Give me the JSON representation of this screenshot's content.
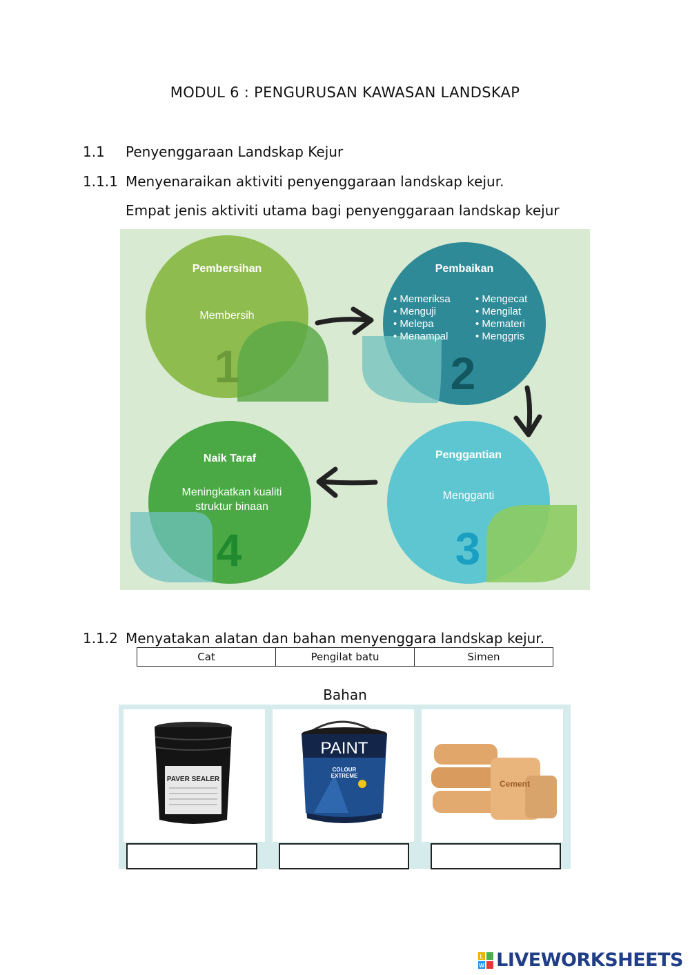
{
  "document": {
    "title": "MODUL 6 : PENGURUSAN KAWASAN LANDSKAP",
    "sections": [
      {
        "num": "1.1",
        "text": "Penyenggaraan Landskap Kejur"
      },
      {
        "num": "1.1.1",
        "text": "Menyenaraikan aktiviti penyenggaraan landskap kejur."
      },
      {
        "num": "",
        "text": "Empat jenis aktiviti utama bagi penyenggaraan landskap kejur"
      }
    ],
    "section2": {
      "num": "1.1.2",
      "text": "Menyatakan alatan dan bahan menyenggara landskap kejur."
    }
  },
  "diagram": {
    "c1": {
      "title": "Pembersihan",
      "body": "Membersih",
      "number": "1",
      "color": "#8fbc4e"
    },
    "c2": {
      "title": "Pembaikan",
      "left_items": [
        "Memeriksa",
        "Menguji",
        "Melepa",
        "Menampal"
      ],
      "right_items": [
        "Mengecat",
        "Mengilat",
        "Memateri",
        "Menggris"
      ],
      "number": "2",
      "color": "#2f8a98"
    },
    "c3": {
      "title": "Penggantian",
      "body": "Mengganti",
      "number": "3",
      "color": "#5ec6d1"
    },
    "c4": {
      "title": "Naik Taraf",
      "body_line1": "Meningkatkan kualiti",
      "body_line2": "struktur binaan",
      "number": "4",
      "color": "#4aa845"
    }
  },
  "word_bank": [
    "Cat",
    "Pengilat batu",
    "Simen"
  ],
  "bahan_label": "Bahan",
  "products": [
    {
      "name": "paver-sealer-bucket",
      "label": "PAVER SEALER"
    },
    {
      "name": "paint-bucket",
      "label": "PAINT",
      "sub1": "COLOUR",
      "sub2": "EXTREME"
    },
    {
      "name": "cement-bags",
      "label": "Cement"
    }
  ],
  "answers": [
    "",
    "",
    ""
  ],
  "footer": {
    "logo_letters": [
      "L",
      "W"
    ],
    "brand": "LIVEWORKSHEETS"
  }
}
